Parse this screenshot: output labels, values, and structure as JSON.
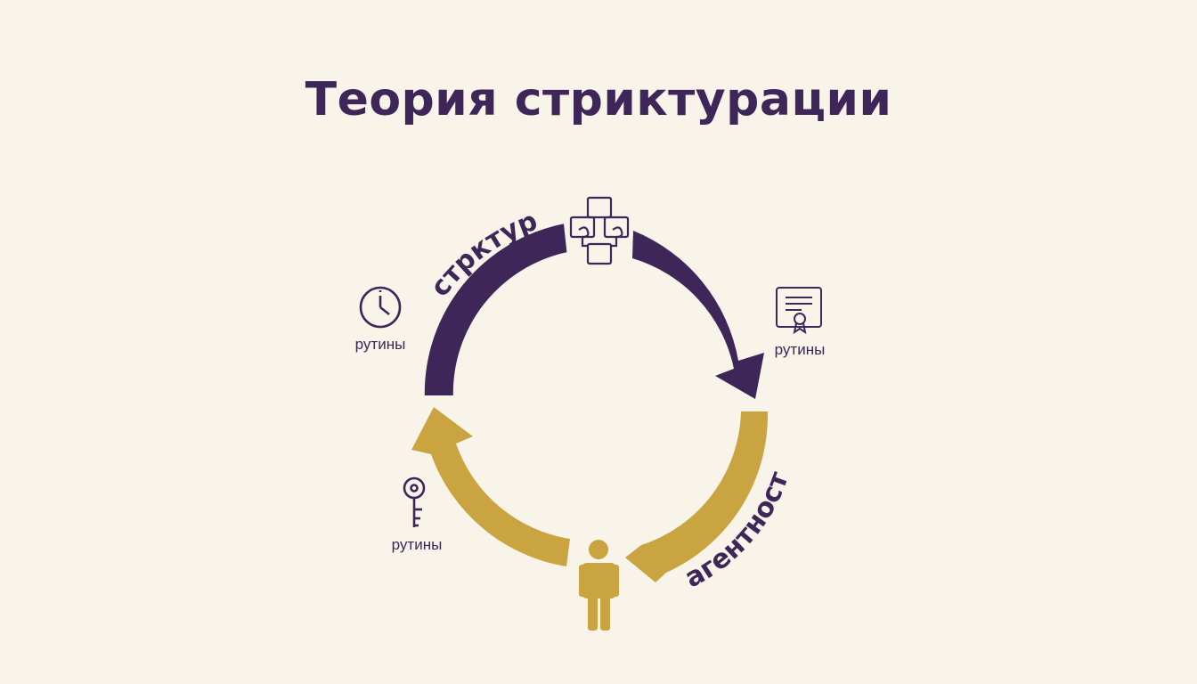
{
  "title": "Теория стриктурации",
  "arcs": {
    "top_label": "стрктура",
    "bottom_label": "агентность"
  },
  "labels": {
    "clock": "рутины",
    "scroll": "рутины",
    "key": "рутины"
  },
  "colors": {
    "purple": "#3e2659",
    "gold": "#c9a441",
    "background": "#f8f4ea"
  },
  "icons": {
    "top": "structure-blocks-icon",
    "bottom": "person-icon",
    "left_top": "clock-icon",
    "right": "scroll-certificate-icon",
    "left_bottom": "key-icon"
  }
}
